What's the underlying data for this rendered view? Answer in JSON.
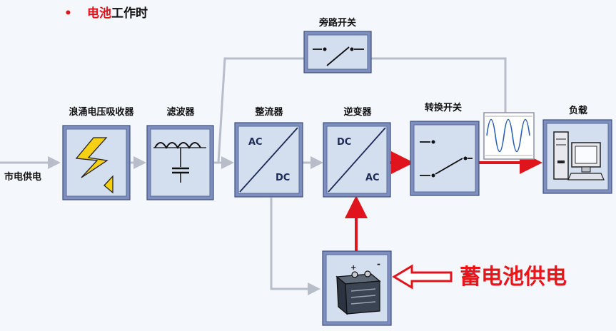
{
  "header": {
    "bullet": "•",
    "title_red": "电池",
    "title_rest": "工作时"
  },
  "labels": {
    "mains": "市电供电",
    "surge": "浪涌电压吸收器",
    "filter": "滤波器",
    "rectifier": "整流器",
    "inverter": "逆变器",
    "transfer_switch": "转换开关",
    "bypass_switch": "旁路开关",
    "load": "负载"
  },
  "rectifier": {
    "in": "AC",
    "out": "DC"
  },
  "inverter": {
    "in": "DC",
    "out": "AC"
  },
  "battery": {
    "plus": "+",
    "minus": "-"
  },
  "callout": {
    "text": "蓄电池供电"
  },
  "colors": {
    "active": "#e0141c",
    "inactive": "#b8bec9",
    "box": "#7e8fbd",
    "box_inner": "#d3deef"
  }
}
